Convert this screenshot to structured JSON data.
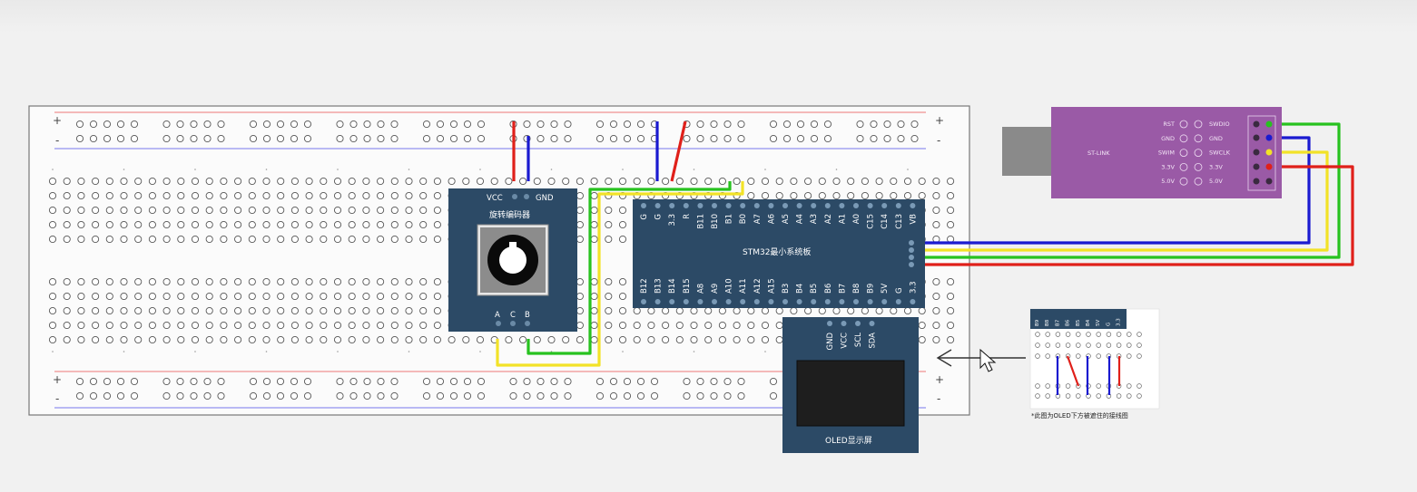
{
  "encoder": {
    "vcc": "VCC",
    "gnd": "GND",
    "title": "旋转编码器",
    "pins": [
      "A",
      "C",
      "B"
    ]
  },
  "stm32": {
    "title": "STM32最小系统板",
    "top_pins": [
      "G",
      "G",
      "3.3",
      "R",
      "B11",
      "B10",
      "B1",
      "B0",
      "A7",
      "A6",
      "A5",
      "A4",
      "A3",
      "A2",
      "A1",
      "A0",
      "C15",
      "C14",
      "C13",
      "VB"
    ],
    "bottom_pins": [
      "B12",
      "B13",
      "B14",
      "B15",
      "A8",
      "A9",
      "A10",
      "A11",
      "A12",
      "A15",
      "B3",
      "B4",
      "B5",
      "B6",
      "B7",
      "B8",
      "B9",
      "5V",
      "G",
      "3.3"
    ]
  },
  "oled": {
    "pins": [
      "GND",
      "VCC",
      "SCL",
      "SDA"
    ],
    "title": "OLED显示屏"
  },
  "usb": {
    "chip": "ST-LINK",
    "left_labels": [
      "RST",
      "GND",
      "SWIM",
      "3.3V",
      "5.0V"
    ],
    "right_labels": [
      "SWDIO",
      "GND",
      "SWCLK",
      "3.3V",
      "5.0V"
    ]
  },
  "inset": {
    "header_pins": [
      "B9",
      "B8",
      "B7",
      "B6",
      "B5",
      "B4",
      "5V",
      "G",
      "3.3"
    ],
    "caption": "*此图为OLED下方被遮住的接线图"
  },
  "rails": {
    "plus": "+",
    "minus": "-"
  },
  "colors": {
    "red": "#e0201a",
    "blue": "#1a1ad0",
    "green": "#27c21f",
    "yellow": "#f2e227",
    "module": "#2c4a66",
    "usb": "#9a5aa6"
  }
}
